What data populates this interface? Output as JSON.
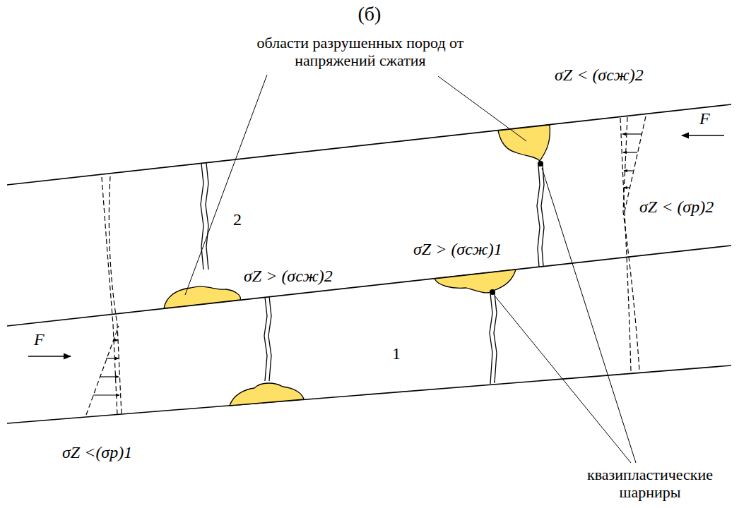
{
  "diagram": {
    "title": "(б)",
    "labels": [
      "области разрушенных пород от напряжений сжатия",
      "σZ < (σсж)2",
      "F",
      "σZ < (σр)2",
      "2",
      "σZ > (σсж)1",
      "σZ > (σсж)2",
      "1",
      "F",
      "σZ <(σр)1",
      "квазипластические шарниры"
    ]
  }
}
